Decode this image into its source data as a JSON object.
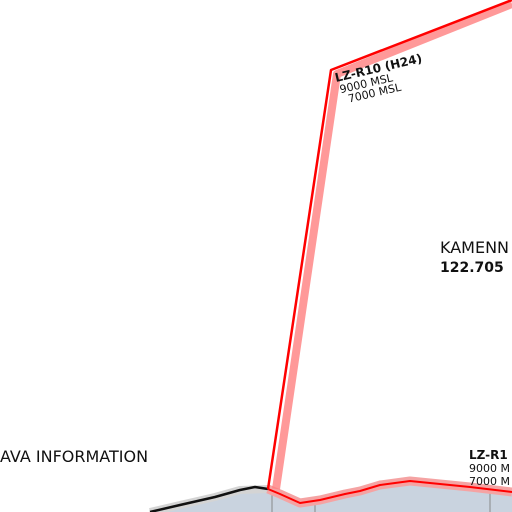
{
  "map": {
    "colors": {
      "restricted_line": "#ff0000",
      "restricted_halo": "#ff8080",
      "terrain_fill": "#c9d3df",
      "terrain_halo": "#f5a3a3",
      "boundary": "#111111",
      "background": "#ffffff"
    },
    "restricted_zones": [
      {
        "name": "LZ-R10 (H24)",
        "upper": "9000 MSL",
        "lower": "7000 MSL"
      },
      {
        "name": "LZ-R1",
        "upper": "9000 M",
        "lower": "7000 M"
      }
    ],
    "fir_labels": {
      "left_sector": "AVA INFORMATION",
      "right_sector_name": "KAMENN",
      "right_sector_frequency": "122.705"
    }
  }
}
